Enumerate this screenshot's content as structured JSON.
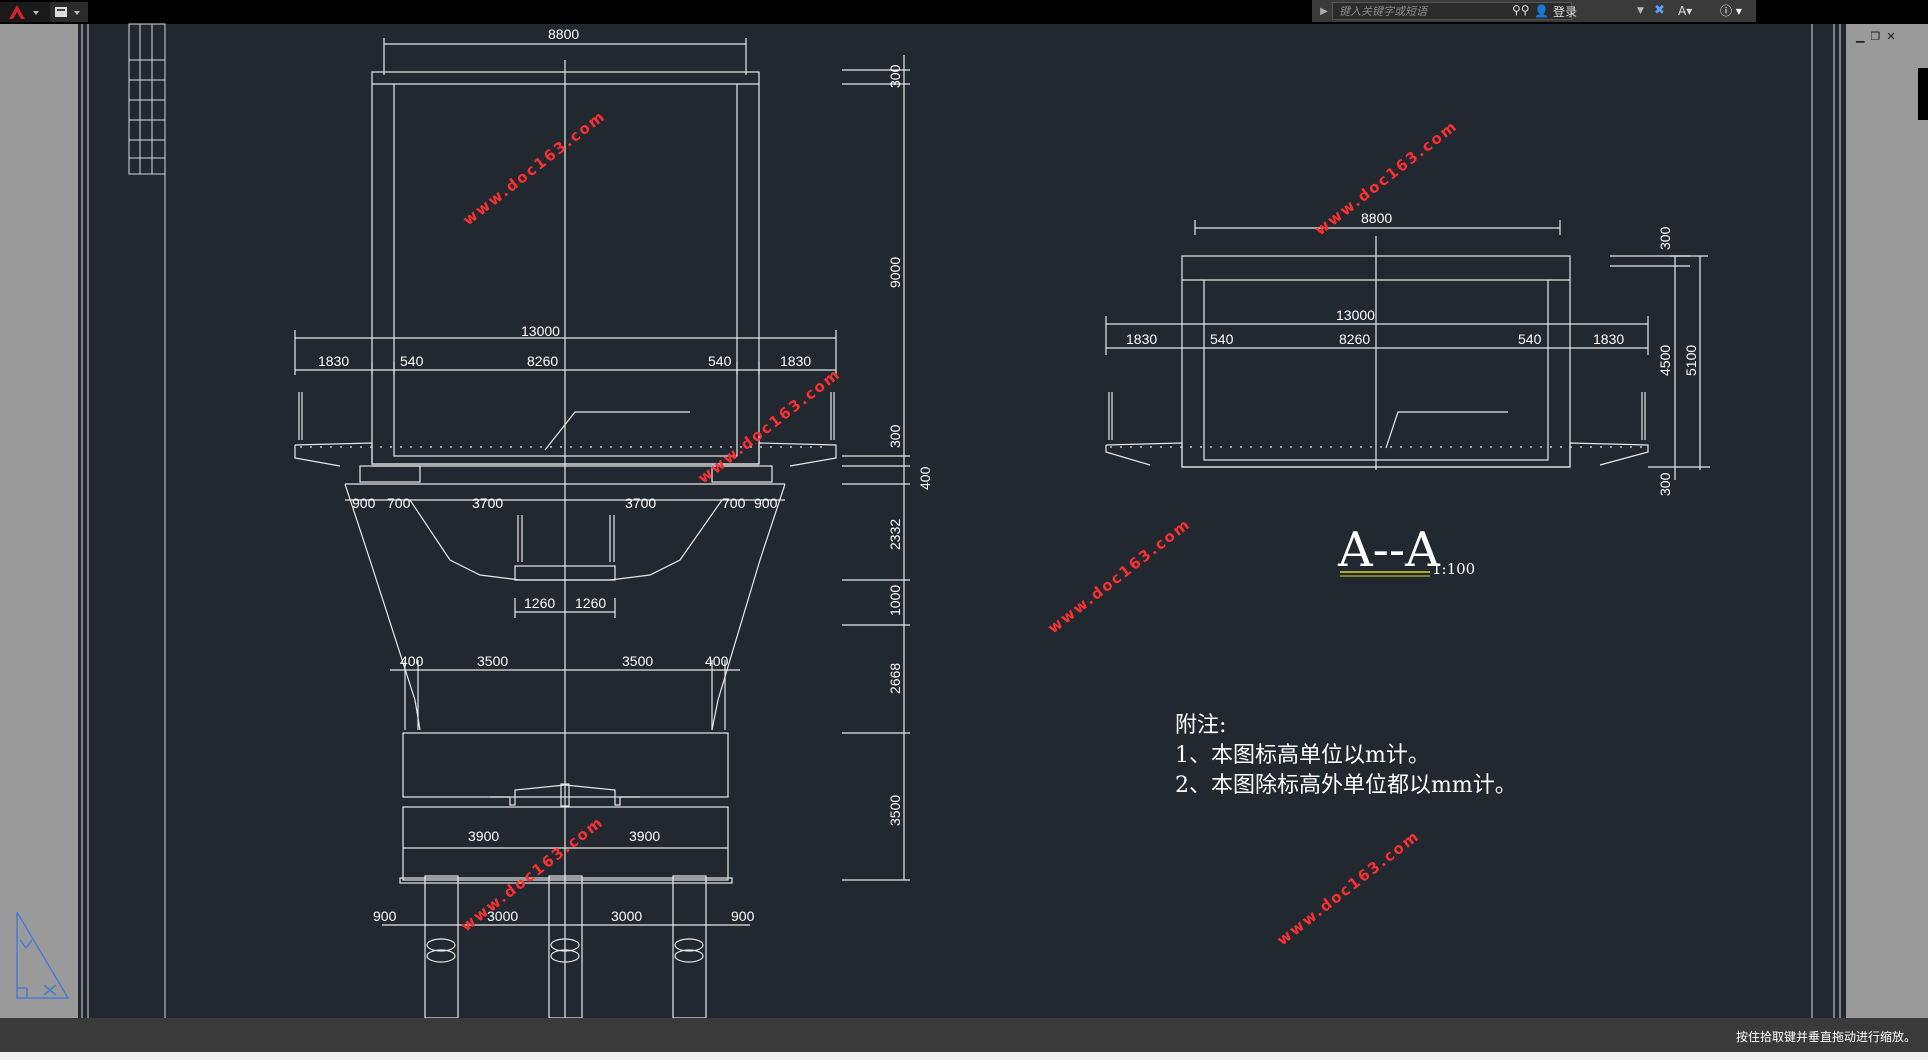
{
  "toolbar": {
    "search_placeholder": "键入关键字或短语",
    "login_label": "登录"
  },
  "status": {
    "message": "按住拾取键并垂直拖动进行缩放。"
  },
  "section_view": {
    "dims": {
      "top_width": "8800",
      "total_width": "13000",
      "seg_1830": "1830",
      "seg_540": "540",
      "seg_8260": "8260",
      "h_300a": "300",
      "h_9000": "9000",
      "h_300b": "300",
      "h_400": "400",
      "h_2332": "2332",
      "h_1000": "1000",
      "h_2668": "2668",
      "h_3500": "3500",
      "pier_900": "900",
      "pier_700": "700",
      "pier_3700": "3700",
      "pier_1260": "1260",
      "col_400": "400",
      "col_3500": "3500",
      "cap_3900": "3900",
      "pile_900": "900",
      "pile_3000a": "3000",
      "pile_3000b": "3000"
    }
  },
  "aa_view": {
    "dims": {
      "top_width": "8800",
      "total_width": "13000",
      "seg_1830": "1830",
      "seg_540": "540",
      "seg_8260": "8260",
      "h_300a": "300",
      "h_4500": "4500",
      "h_5100": "5100",
      "h_300b": "300"
    },
    "title": "A--A",
    "scale": "1:100"
  },
  "notes": {
    "heading": "附注:",
    "line1": "1、本图标高单位以m计。",
    "line2": "2、本图除标高外单位都以mm计。"
  },
  "watermark": "www.doc163.com"
}
